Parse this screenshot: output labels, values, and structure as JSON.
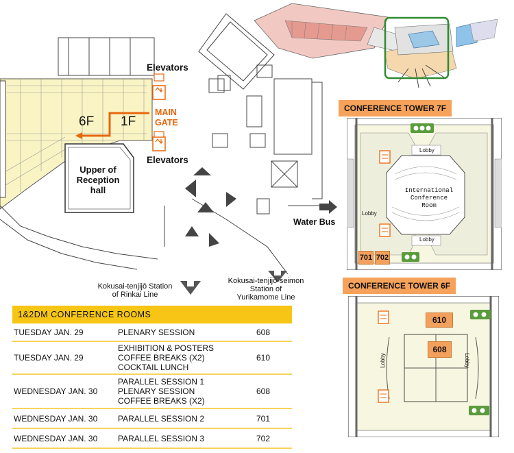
{
  "map": {
    "elevators_top": "Elevators",
    "elevators_bottom": "Elevators",
    "main_gate": [
      "MAIN",
      "GATE"
    ],
    "floor_6f": "6F",
    "floor_1f": "1F",
    "reception_hall": [
      "Upper of",
      "Reception",
      "hall"
    ],
    "water_bus": "Water Bus",
    "station_rinkai": [
      "Kokusai-tenjijō Station",
      "of Rinkai Line"
    ],
    "station_yurikamome": [
      "Kokusai-tenjijō-seimon",
      "Station of",
      "Yurikamome Line"
    ]
  },
  "tower7f": {
    "title": "CONFERENCE TOWER 7F",
    "hall_text": [
      "International",
      "Conference Room"
    ],
    "lobby_labels": [
      "Lobby",
      "Lobby",
      "Lobby"
    ],
    "rooms": [
      "701",
      "702"
    ]
  },
  "tower6f": {
    "title": "CONFERENCE TOWER 6F",
    "rooms": [
      "610",
      "608"
    ],
    "lobby_labels": [
      "Lobby",
      "Lobby"
    ]
  },
  "schedule": {
    "header": "1&2DM   CONFERENCE   ROOMS",
    "rows": [
      {
        "day": "TUESDAY JAN. 29",
        "events": [
          "PLENARY SESSION"
        ],
        "room": "608"
      },
      {
        "day": "TUESDAY JAN. 29",
        "events": [
          "EXHIBITION & POSTERS",
          "COFFEE BREAKS (X2)",
          "COCKTAIL LUNCH"
        ],
        "room": "610"
      },
      {
        "day": "WEDNESDAY JAN. 30",
        "events": [
          "PARALLEL SESSION 1",
          "PLENARY SESSION",
          "COFFEE BREAKS (X2)"
        ],
        "room": "608"
      },
      {
        "day": "WEDNESDAY JAN. 30",
        "events": [
          "PARALLEL SESSION 2"
        ],
        "room": "701"
      },
      {
        "day": "WEDNESDAY JAN. 30",
        "events": [
          "PARALLEL SESSION 3"
        ],
        "room": "702"
      }
    ]
  },
  "colors": {
    "accent_orange": "#e8670e",
    "badge_orange": "#f3a05c",
    "table_yellow": "#f7c515",
    "floor_yellow": "#faf4c4",
    "highlight_green": "#2e8b2e"
  }
}
